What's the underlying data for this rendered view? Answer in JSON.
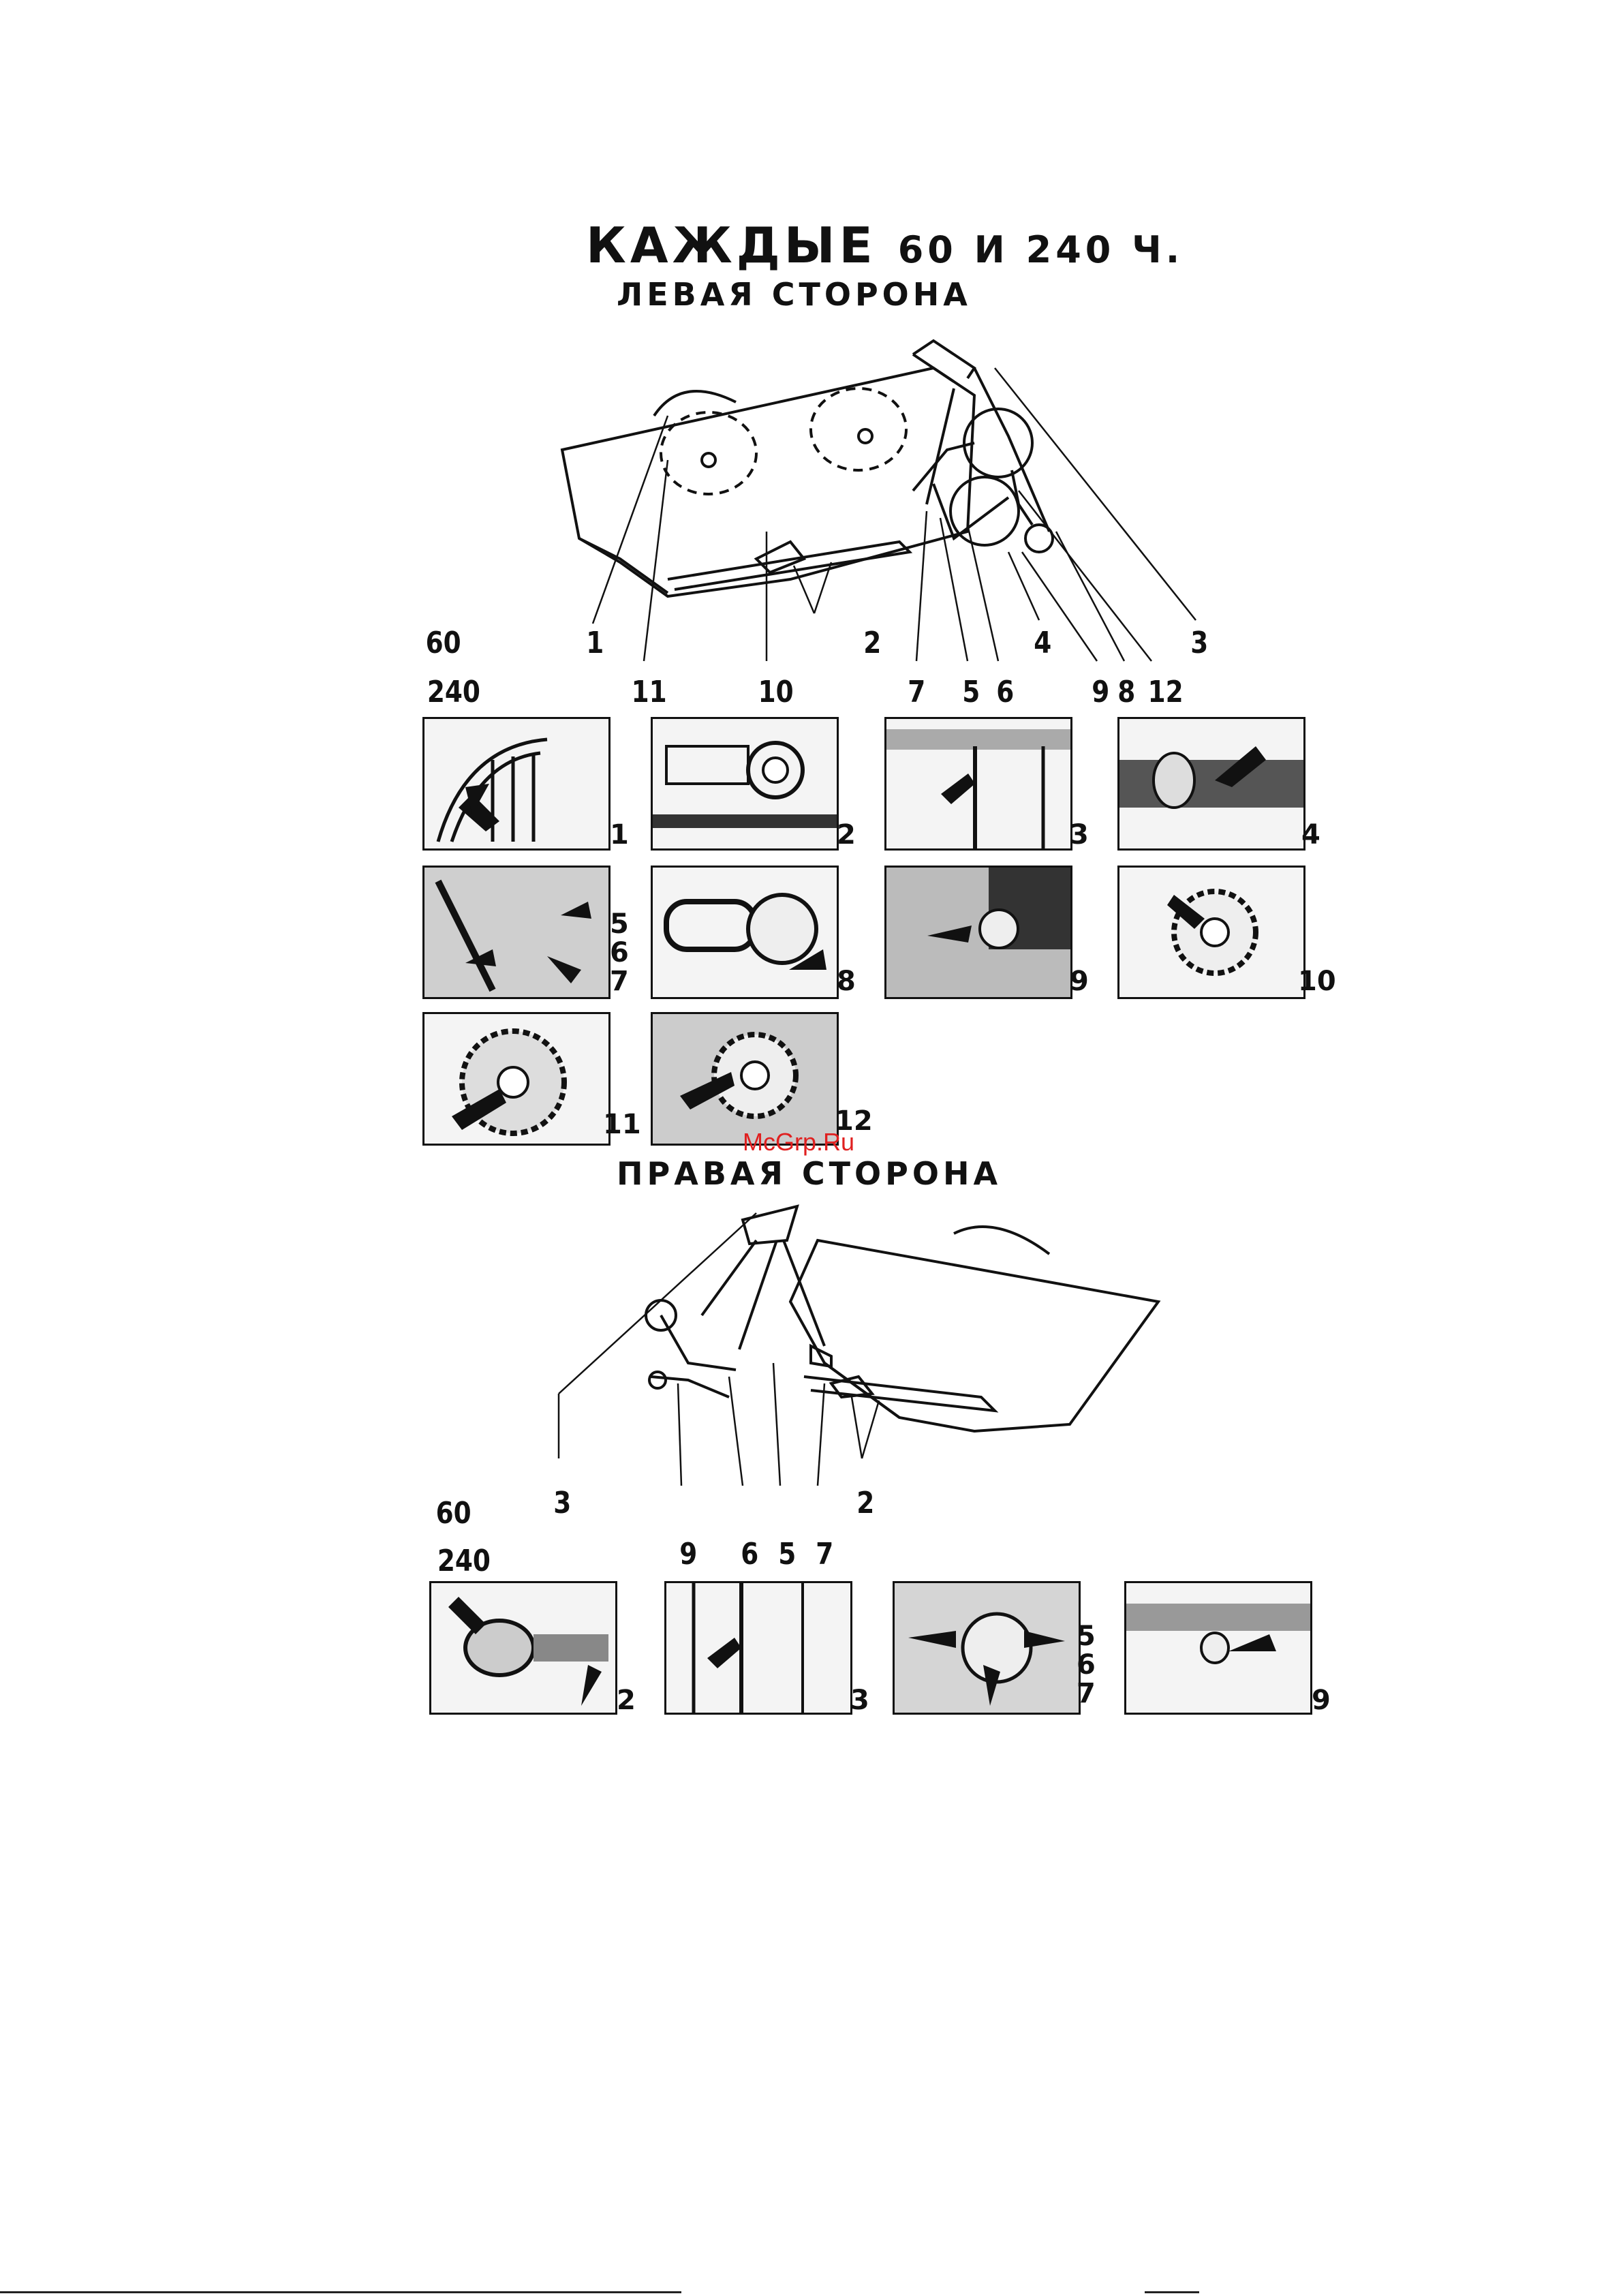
{
  "header": {
    "title_main": "КАЖДЫЕ",
    "title_hours": "60 И 240 Ч.",
    "left_side": "ЛЕВАЯ СТОРОНА",
    "right_side": "ПРАВАЯ СТОРОНА"
  },
  "left_diagram": {
    "row60_label": "60",
    "row240_label": "240",
    "callouts_60": [
      "1",
      "2",
      "4",
      "3"
    ],
    "callouts_240": [
      "11",
      "10",
      "7",
      "5",
      "6",
      "9",
      "8",
      "12"
    ]
  },
  "left_photos": [
    {
      "num": "1"
    },
    {
      "num": "2"
    },
    {
      "num": "3"
    },
    {
      "num": "4"
    },
    {
      "num": "5\n6\n7"
    },
    {
      "num": "8"
    },
    {
      "num": "9"
    },
    {
      "num": "10"
    },
    {
      "num": "11"
    },
    {
      "num": "12"
    }
  ],
  "watermark": "McGrp.Ru",
  "right_diagram": {
    "row60_label": "60",
    "row240_label": "240",
    "callouts_60": [
      "3",
      "2"
    ],
    "callouts_240": [
      "9",
      "6",
      "5",
      "7"
    ]
  },
  "right_photos": [
    {
      "num": "2"
    },
    {
      "num": "3"
    },
    {
      "num": "5\n6\n7"
    },
    {
      "num": "9"
    }
  ]
}
